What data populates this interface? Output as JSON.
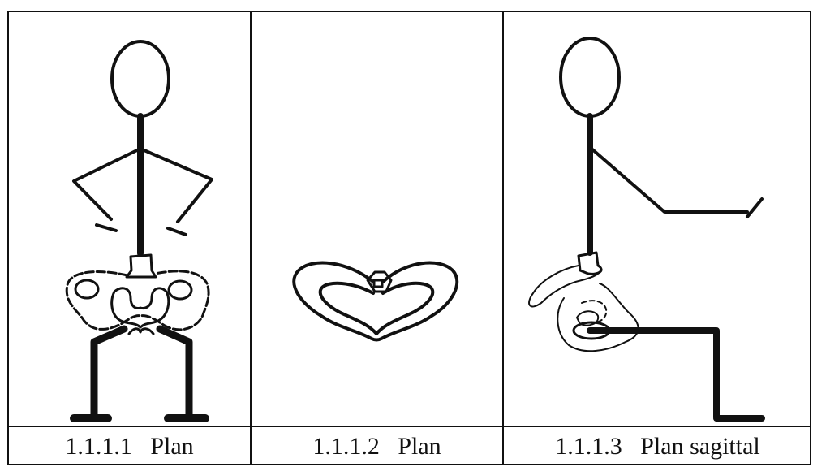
{
  "figure": {
    "panels": [
      {
        "caption": "1.1.1.1   Plan"
      },
      {
        "caption": "1.1.1.2   Plan"
      },
      {
        "caption": "1.1.1.3   Plan sagittal"
      }
    ]
  }
}
